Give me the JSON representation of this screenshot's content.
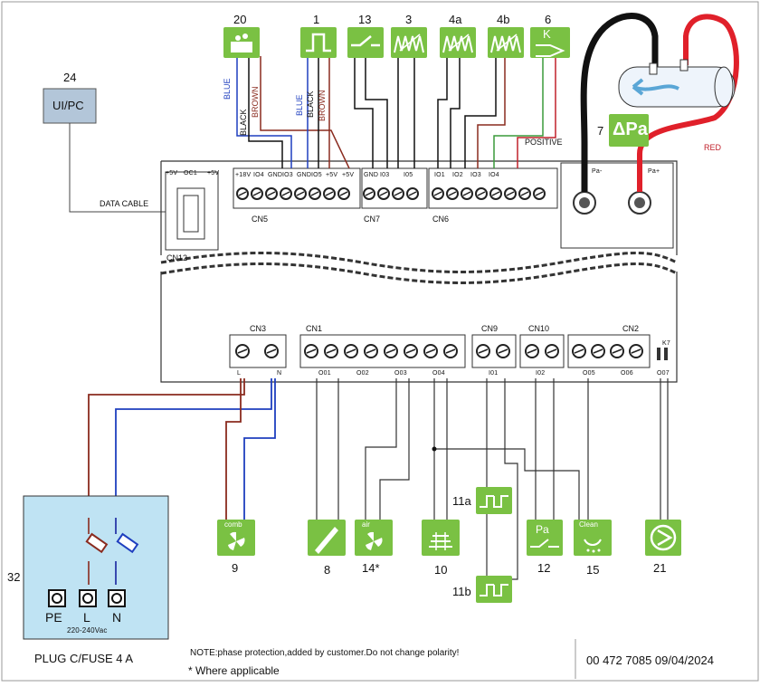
{
  "components": {
    "uipc": {
      "number": "24",
      "label": "UI/PC"
    },
    "data_cable": "DATA CABLE",
    "delta_pa": {
      "number": "7",
      "symbol": "ΔPa"
    },
    "red_label": "RED",
    "positive_label": "POSITIVE",
    "sensor_numbers": [
      "20",
      "1",
      "13",
      "3",
      "4a",
      "4b",
      "6"
    ],
    "sensor_k": "K",
    "wire_labels": {
      "blue1": "BLUE",
      "black1": "BLACK",
      "brown1": "BROWN",
      "blue2": "BLUE",
      "black2": "BLACK",
      "brown2": "BROWN"
    },
    "plug": {
      "number": "32",
      "pe": "PE",
      "l": "L",
      "n": "N",
      "voltage": "220-240Vac",
      "caption": "PLUG C/FUSE 4 A"
    },
    "outputs": [
      {
        "number": "9",
        "tag": "comb",
        "icon": "fan-icon"
      },
      {
        "number": "8",
        "tag": "",
        "icon": "igniter-icon"
      },
      {
        "number": "14*",
        "tag": "air",
        "icon": "fan-icon"
      },
      {
        "number": "10",
        "tag": "",
        "icon": "heater-icon"
      },
      {
        "number": "11a",
        "tag": "",
        "icon": "switch-icon"
      },
      {
        "number": "11b",
        "tag": "",
        "icon": "switch-icon"
      },
      {
        "number": "12",
        "tag": "Pa",
        "icon": "pressure-switch-icon"
      },
      {
        "number": "15",
        "tag": "Clean",
        "icon": "cleaning-icon"
      },
      {
        "number": "21",
        "tag": "",
        "icon": "pump-icon"
      }
    ]
  },
  "connectors": {
    "cn5": "CN5",
    "cn7": "CN7",
    "cn6": "CN6",
    "cn12": "CN12",
    "cn3": "CN3",
    "cn1": "CN1",
    "cn9": "CN9",
    "cn10": "CN10",
    "cn2": "CN2",
    "cn5_pins": [
      "+5V",
      "+5V",
      "OC1"
    ],
    "cn5_lower": [
      "+18V",
      "IO4",
      "GND",
      "IO3",
      "GND",
      "IO5",
      "+5V",
      "+5V"
    ],
    "cn7_pins": [
      "GND",
      "I03",
      "I05"
    ],
    "cn6_pins": [
      "IO1",
      "IO2",
      "IO3",
      "IO4"
    ],
    "cn3_pins": [
      "L",
      "N"
    ],
    "cn1_pins": [
      "O01",
      "O02",
      "O03",
      "O04"
    ],
    "cn9_pins": [
      "I01"
    ],
    "cn10_pins": [
      "I02"
    ],
    "cn2_pins": [
      "O05",
      "O06",
      "O07"
    ],
    "k7": "K7",
    "pa_minus": "Pa-",
    "pa_plus": "Pa+"
  },
  "notes": {
    "note": "NOTE:phase protection,added by customer.Do not change polarity!",
    "applicable": "* Where applicable",
    "code": "00 472 7085  09/04/2024"
  },
  "colors": {
    "green": "#7ac143",
    "red": "#c0392b",
    "blue": "#1f3fbf",
    "brown": "#8a2b1f",
    "plugbox": "#bfe3f3",
    "uipc": "#b3c6d9"
  }
}
